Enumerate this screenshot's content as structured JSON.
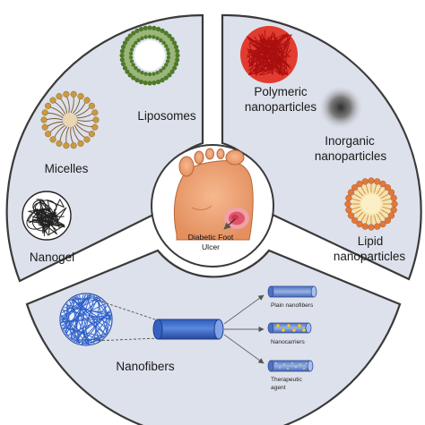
{
  "center": {
    "label_line1": "Diabetic Foot",
    "label_line2": "Ulcer",
    "icon": "foot-ulcer-icon"
  },
  "labels": {
    "liposomes": "Liposomes",
    "micelles": "Micelles",
    "nanogel": "Nanogel",
    "polymeric_1": "Polymeric",
    "polymeric_2": "nanoparticles",
    "inorganic_1": "Inorganic",
    "inorganic_2": "nanoparticles",
    "lipid_1": "Lipid",
    "lipid_2": "nanoparticles",
    "nanofibers": "Nanofibers",
    "plain_nanofibers": "Plain nanofibers",
    "nanocarriers": "Nanocarriers",
    "therapeutic_1": "Therapeutic",
    "therapeutic_2": "agent"
  },
  "colors": {
    "sector_fill": "#dde1eb",
    "sector_stroke": "#3a3a3a",
    "liposome_green": "#4f7a2a",
    "micelle_brown": "#7a5428",
    "micelle_head": "#c99a3f",
    "polymeric_red": "#d42020",
    "lipid_orange": "#e0793a",
    "fiber_blue": "#3d6fd0",
    "skin": "#f2a77a",
    "wound": "#e0556a"
  }
}
